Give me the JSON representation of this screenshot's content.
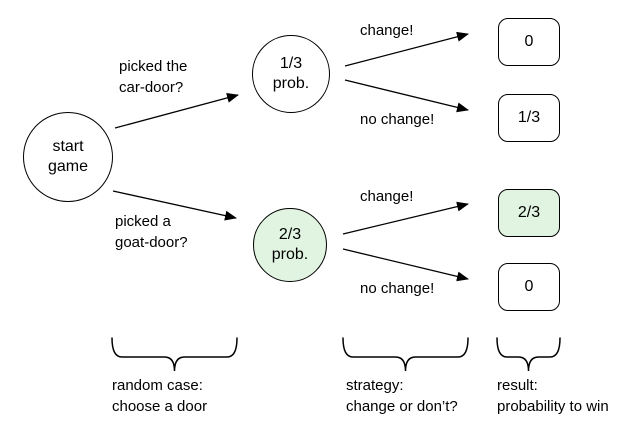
{
  "colors": {
    "highlight": "#e1f4e1",
    "stroke": "#000000",
    "background": "#ffffff"
  },
  "nodes": {
    "start_game": {
      "label": "start\ngame"
    },
    "one_third": {
      "label": "1/3\nprob."
    },
    "two_thirds": {
      "label": "2/3\nprob."
    }
  },
  "branch_labels": {
    "picked_car": "picked the\ncar-door?",
    "picked_goat": "picked a\ngoat-door?",
    "change_top": "change!",
    "no_change_top": "no change!",
    "change_bottom": "change!",
    "no_change_bottom": "no change!"
  },
  "results": {
    "car_change": "0",
    "car_no_change": "1/3",
    "goat_change": "2/3",
    "goat_no_change": "0"
  },
  "captions": {
    "random_case": "random case:\nchoose a door",
    "strategy": "strategy:\nchange or don’t?",
    "result": "result:\nprobability to win"
  }
}
